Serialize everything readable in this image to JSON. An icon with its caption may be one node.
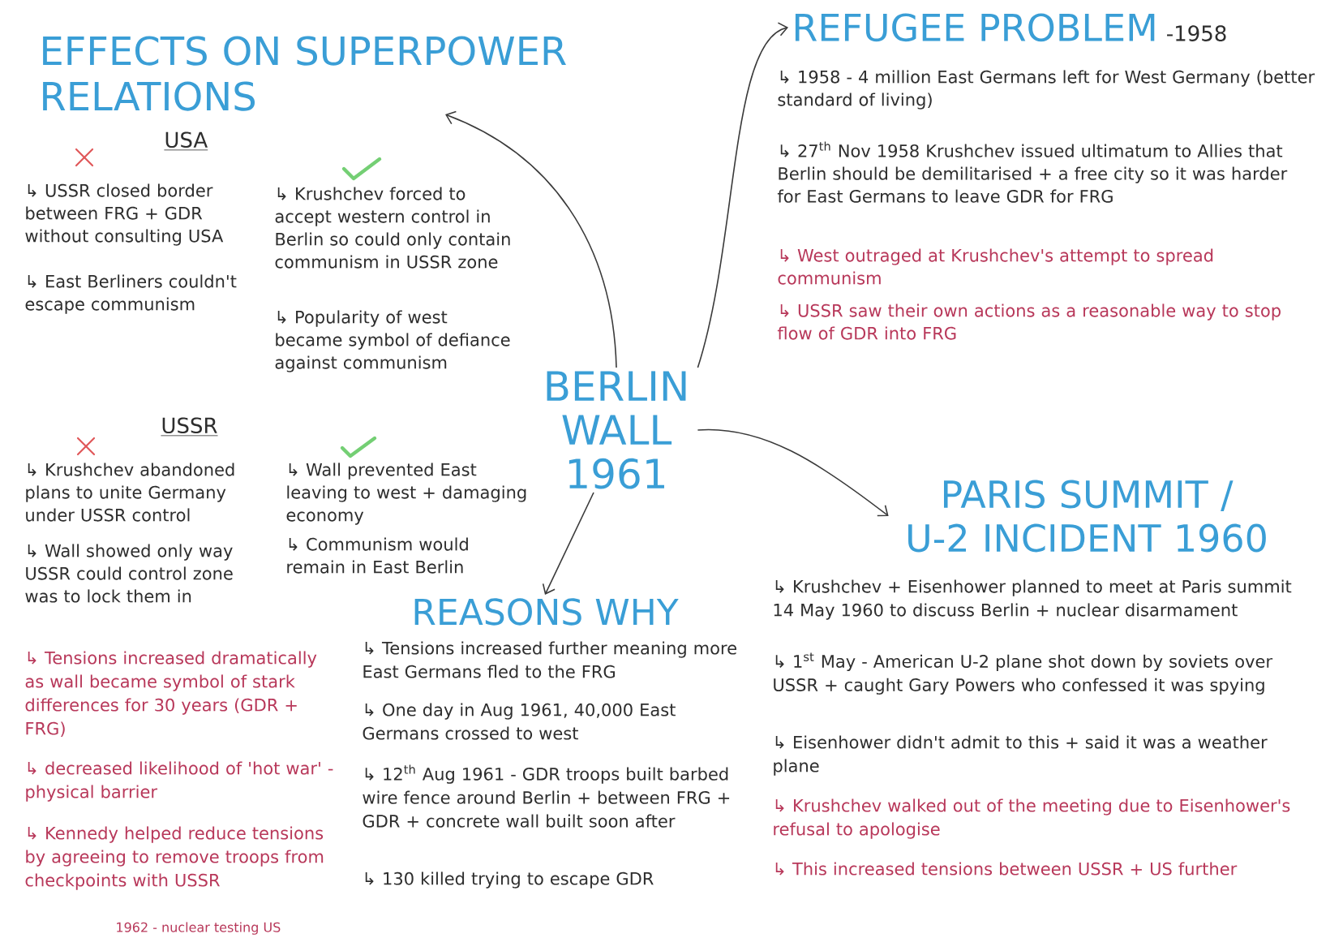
{
  "diagram": {
    "nodes": [
      {
        "text": [
          "EFFECTS ON SUPERPOWER RELATIONS"
        ]
      },
      {
        "text": [
          "REFUGEE PROBLEM",
          "-1958"
        ]
      },
      {
        "text": [
          "BERLIN WALL 1961"
        ]
      },
      {
        "text": [
          "PARIS SUMMIT / U-2 INCIDENT 1960"
        ]
      },
      {
        "text": [
          "REASONS WHY"
        ]
      }
    ],
    "edges": [
      {
        "from": 2,
        "to": 0,
        "arrow": "to"
      },
      {
        "from": 2,
        "to": 1,
        "arrow": "to"
      },
      {
        "from": 2,
        "to": 3,
        "arrow": "to"
      },
      {
        "from": 2,
        "to": 4,
        "arrow": "to"
      }
    ],
    "labels": [
      "USA",
      "↳ USSR closed border between FRG + GDR without consulting USA",
      "↳ East Berliners couldn't escape communism",
      "↳ Krushchev forced to accept western control in Berlin so could only contain communism in USSR zone",
      "↳ Popularity of west became symbol of defiance against communism",
      "USSR",
      "↳ Krushchev abandoned plans to unite Germany under USSR control",
      "↳ Wall showed only way USSR could control zone was to lock them in",
      "↳ Wall prevented East leaving to west + damaging economy",
      "↳ Communism would remain in East Berlin",
      "↳ Tensions increased dramatically as wall became symbol of stark differences for 30 years (GDR + FRG)",
      "↳ decreased likelihood of 'hot war' - physical barrier",
      "↳ Kennedy helped reduce tensions by agreeing to remove troops from checkpoints with USSR",
      "1962 - nuclear testing US",
      "↳ 1958 - 4 million East Germans left for West Germany (better standard of living)",
      "↳ 27$^{th}$ Nov 1958 Krushchev issued ultimatum to Allies that Berlin should be demilitarised + a free city so it was harder for East Germans to leave GDR for FRG",
      "↳ West outraged at Krushchev's attempt to spread communism",
      "↳ USSR saw their own actions as a reasonable way to stop flow of GDR into FRG",
      "↳ Tensions increased further meaning more East Germans fled to the FRG",
      "↳ One day in Aug 1961, 40,000 East Germans crossed to west",
      "↳ 12$^{th}$ Aug 1961 - GDR troops built barbed wire fence around Berlin + between FRG + GDR + concrete wall built soon after",
      "↳ 130 killed trying to escape GDR",
      "↳ Krushchev + Eisenhower planned to meet at Paris summit 14 May 1960 to discuss Berlin + nuclear disarmament",
      "↳ 1$^{st}$ May - American U-2 plane shot down by soviets over USSR + caught Gary Powers who confessed it was spying",
      "↳ Eisenhower didn't admit to this + said it was a weather plane",
      "↳ Krushchev walked out of the meeting due to Eisenhower's refusal to apologise",
      "↳ This increased tensions between USSR + US further"
    ]
  }
}
